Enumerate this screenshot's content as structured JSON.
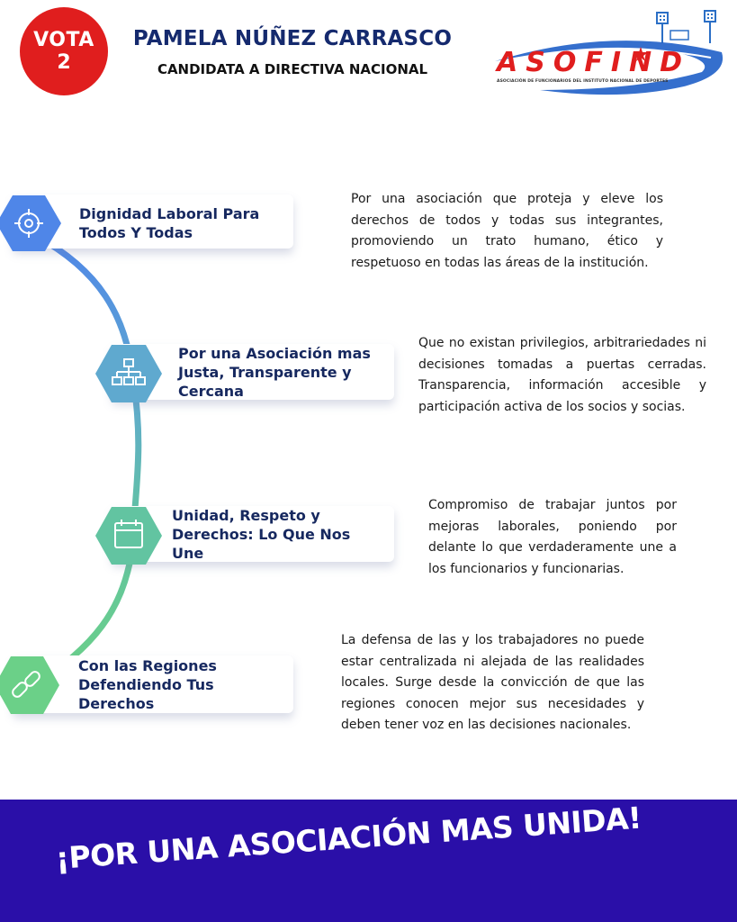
{
  "header": {
    "vote_line1": "VOTA",
    "vote_line2": "2",
    "candidate_name": "PAMELA NÚÑEZ CARRASCO",
    "candidate_role": "CANDIDATA A DIRECTIVA NACIONAL",
    "logo_text": "ASOFIND",
    "logo_caption": "ASOCIACIÓN DE FUNCIONARIOS DEL INSTITUTO NACIONAL DE DEPORTES"
  },
  "items": [
    {
      "title": "Dignidad Laboral Para Todos Y Todas",
      "title_lines": [
        "Dignidad Laboral Para",
        "Todos Y Todas"
      ],
      "icon": "target-icon",
      "color": "#4f86e8",
      "description": "Por una asociación que proteja y eleve los derechos de todos y todas sus integrantes, promoviendo un trato humano, ético y respetuoso en todas las áreas de la institución."
    },
    {
      "title": "Por una Asociación mas Justa, Transparente y Cercana",
      "title_lines": [
        "Por una Asociación mas",
        "Justa, Transparente y",
        "Cercana"
      ],
      "icon": "org-chart-icon",
      "color": "#5fa9cf",
      "description": "Que no existan privilegios, arbitrariedades ni decisiones tomadas a puertas cerradas. Transparencia, información accesible y participación activa de los socios y socias."
    },
    {
      "title": "Unidad, Respeto y Derechos: Lo Que Nos Une",
      "title_lines": [
        "Unidad, Respeto y",
        "Derechos: Lo Que Nos",
        "Une"
      ],
      "icon": "calendar-icon",
      "color": "#62c4a1",
      "description": "Compromiso de trabajar juntos por mejoras laborales, poniendo por delante lo que verdaderamente une a los funcionarios y funcionarias."
    },
    {
      "title": "Con las Regiones Defendiendo Tus Derechos",
      "title_lines": [
        "Con las Regiones",
        "Defendiendo Tus",
        "Derechos"
      ],
      "icon": "link-icon",
      "color": "#6bd088",
      "description": "La defensa de las y los trabajadores no puede estar centralizada ni alejada de las realidades locales. Surge desde la convicción de que las regiones conocen mejor sus necesidades y deben tener voz en las decisiones nacionales."
    }
  ],
  "footer": {
    "slogan": "¡POR UNA ASOCIACIÓN MAS UNIDA!",
    "background": "#2a0fa8"
  },
  "colors": {
    "title_blue": "#16285f",
    "vote_red": "#e01e1e"
  }
}
